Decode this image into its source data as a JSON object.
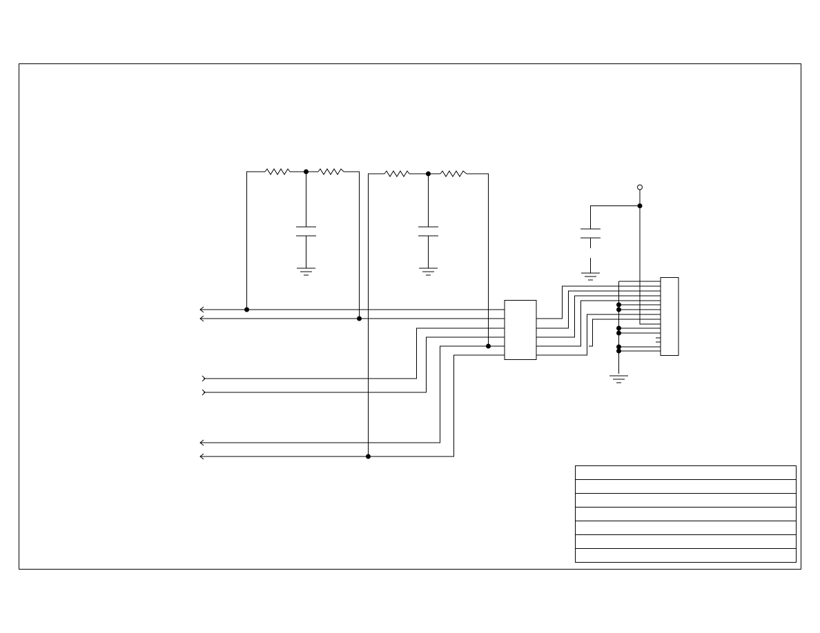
{
  "schematic": {
    "colors": {
      "background": "#ffffff",
      "ink": "#000000"
    },
    "components": {
      "resistors": [
        "resistor-1",
        "resistor-2",
        "resistor-3",
        "resistor-4"
      ],
      "capacitors": [
        "capacitor-1",
        "capacitor-2",
        "capacitor-3"
      ],
      "grounds": [
        "ground-1",
        "ground-2",
        "ground-3",
        "ground-4"
      ],
      "ics": [
        "ic-block"
      ],
      "connectors": [
        "connector-block"
      ],
      "power_terminals": [
        "power-terminal"
      ]
    },
    "title_block": {
      "rows": [
        "",
        "",
        "",
        "",
        "",
        "",
        ""
      ]
    }
  }
}
